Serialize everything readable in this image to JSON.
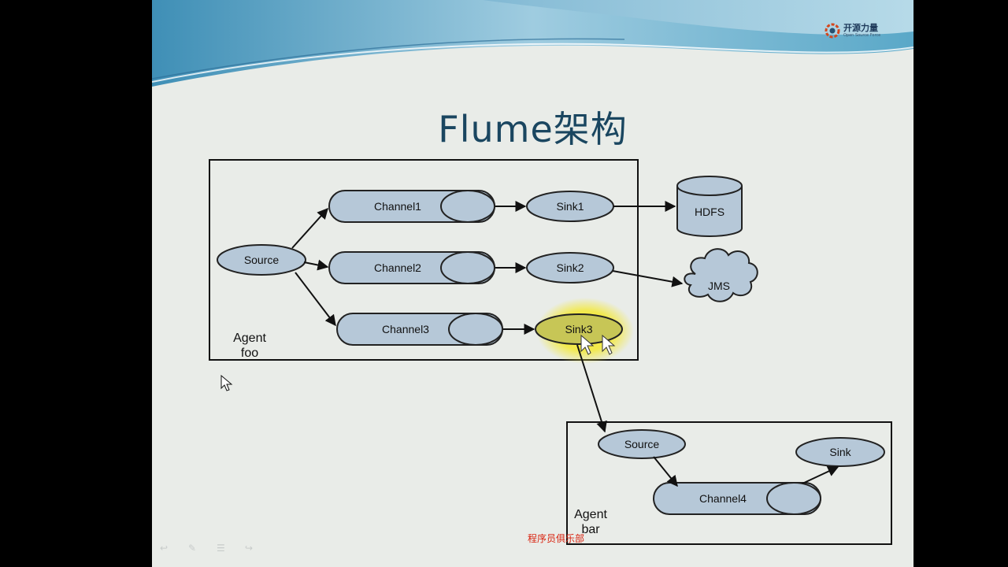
{
  "slide": {
    "title": "Flume架构",
    "logo": {
      "title": "开源力量",
      "subtitle": "Open Source Force"
    },
    "watermark": "程序员俱乐部",
    "nav_icons": [
      "back-icon",
      "pen-icon",
      "menu-icon",
      "forward-icon"
    ]
  },
  "diagram": {
    "agent_foo": {
      "label_line1": "Agent",
      "label_line2": "foo",
      "source": "Source",
      "channels": [
        "Channel1",
        "Channel2",
        "Channel3"
      ],
      "sinks": [
        "Sink1",
        "Sink2",
        "Sink3"
      ]
    },
    "destinations": {
      "hdfs": "HDFS",
      "jms": "JMS"
    },
    "agent_bar": {
      "label_line1": "Agent",
      "label_line2": "bar",
      "source": "Source",
      "channel": "Channel4",
      "sink": "Sink"
    },
    "colors": {
      "node_fill": "#b6c8d8",
      "node_stroke": "#222222",
      "highlight": "#f5ea3a",
      "title": "#1a4660"
    }
  }
}
